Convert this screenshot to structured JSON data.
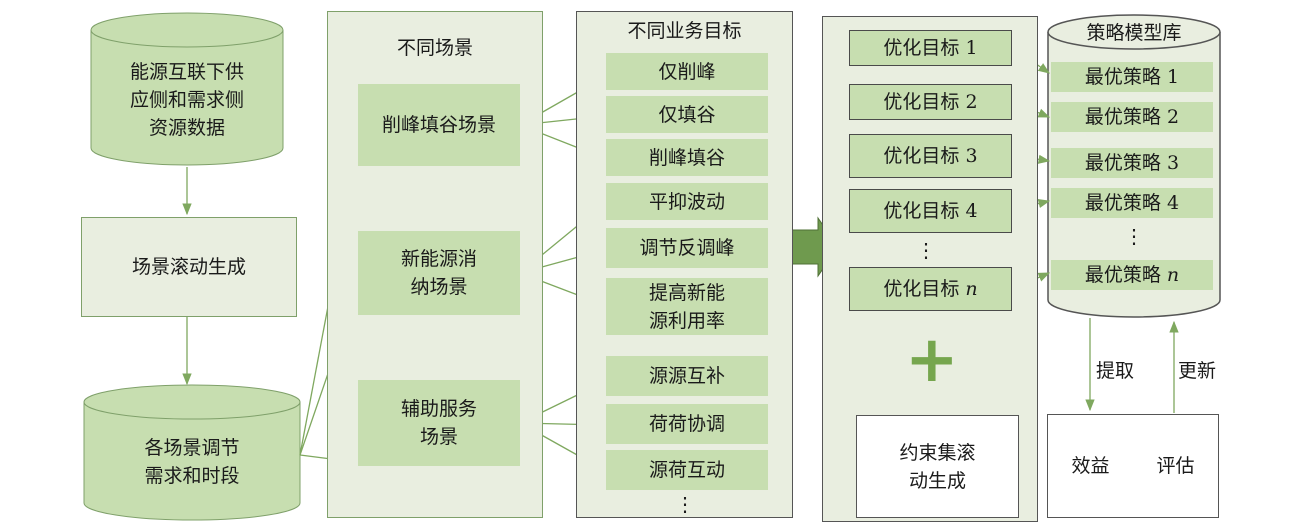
{
  "left": {
    "source_db": "能源互联下供\n应侧和需求侧\n资源数据",
    "scene_gen": "场景滚动生成",
    "scene_db": "各场景调节\n需求和时段"
  },
  "scenes": {
    "title": "不同场景",
    "items": [
      "削峰填谷场景",
      "新能源消\n纳场景",
      "辅助服务\n场景"
    ]
  },
  "targets": {
    "title": "不同业务目标",
    "items": [
      "仅削峰",
      "仅填谷",
      "削峰填谷",
      "平抑波动",
      "调节反调峰",
      "提高新能\n源利用率",
      "源源互补",
      "荷荷协调",
      "源荷互动"
    ],
    "more": "⋮"
  },
  "optimization": {
    "goals": [
      "优化目标 1",
      "优化目标 2",
      "优化目标 3",
      "优化目标 4"
    ],
    "goal_n_prefix": "优化目标 ",
    "goal_n_suffix": "n",
    "more": "⋮",
    "plus": "+",
    "constraint": "约束集滚\n动生成"
  },
  "strategy_db": {
    "title": "策略模型库",
    "items": [
      "最优策略 1",
      "最优策略 2",
      "最优策略 3",
      "最优策略 4"
    ],
    "item_n_prefix": "最优策略 ",
    "item_n_suffix": "n",
    "more": "⋮"
  },
  "feedback": {
    "extract": "提取",
    "update": "更新",
    "benefit": "效益",
    "evaluate": "评估"
  },
  "colors": {
    "arrow": "#7fa85f",
    "fill_light": "#e9eee0",
    "fill_green": "#c7deb0",
    "big_arrow": "#6f9a4e",
    "plus": "#76a64e"
  }
}
